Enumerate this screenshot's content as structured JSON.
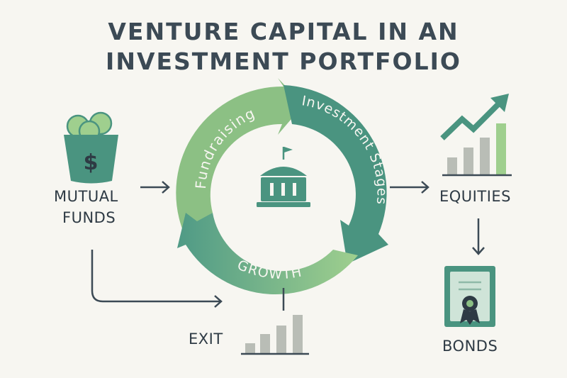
{
  "title": {
    "line1": "VENTURE CAPITAL IN AN",
    "line2": "INVESTMENT PORTFOLIO"
  },
  "cycle": {
    "fundraising": "Fundraising",
    "investment_stages": "Investment Stages",
    "growth": "GROWTH"
  },
  "nodes": {
    "mutual_funds_line1": "MUTUAL",
    "mutual_funds_line2": "FUNDS",
    "equities": "EQUITIES",
    "bonds": "BONDS",
    "exit": "EXIT"
  },
  "colors": {
    "background": "#f7f6f1",
    "light_green": "#8cc084",
    "teal": "#4a9480",
    "dark_text": "#3c4a55",
    "gray_bar": "#b9bdb6"
  },
  "icons": [
    "money-bucket-icon",
    "bank-building-icon",
    "growth-chart-icon",
    "certificate-icon",
    "bar-chart-icon"
  ]
}
